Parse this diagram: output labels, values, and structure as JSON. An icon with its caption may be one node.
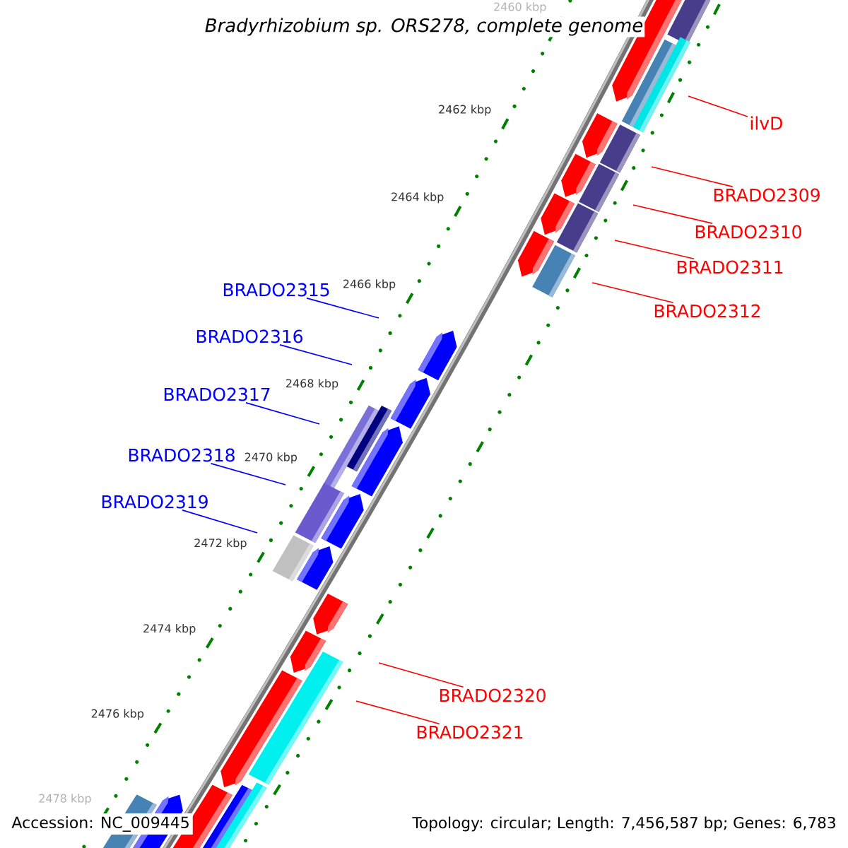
{
  "diagram": {
    "title": "Bradyrhizobium sp. ORS278, complete genome",
    "nodes": [
      {
        "text": [
          "ilvD"
        ]
      },
      {
        "text": [
          "BRADO2309"
        ]
      },
      {
        "text": [
          "BRADO2310"
        ]
      },
      {
        "text": [
          "BRADO2311"
        ]
      },
      {
        "text": [
          "BRADO2312"
        ]
      },
      {
        "text": [
          "BRADO2315"
        ]
      },
      {
        "text": [
          "BRADO2316"
        ]
      },
      {
        "text": [
          "BRADO2317"
        ]
      },
      {
        "text": [
          "BRADO2318"
        ]
      },
      {
        "text": [
          "BRADO2319"
        ]
      },
      {
        "text": [
          "BRADO2320"
        ]
      },
      {
        "text": [
          "BRADO2321"
        ]
      }
    ],
    "edges": [
      {
        "from": 0,
        "to": null,
        "arrow": "none"
      },
      {
        "from": 1,
        "to": null,
        "arrow": "none"
      },
      {
        "from": 2,
        "to": null,
        "arrow": "none"
      },
      {
        "from": 3,
        "to": null,
        "arrow": "none"
      },
      {
        "from": 4,
        "to": null,
        "arrow": "none"
      },
      {
        "from": 5,
        "to": null,
        "arrow": "none",
        "color": "#0000ff"
      },
      {
        "from": 6,
        "to": null,
        "arrow": "none",
        "color": "#0000ff"
      },
      {
        "from": 7,
        "to": null,
        "arrow": "none",
        "color": "#0000ff"
      },
      {
        "from": 8,
        "to": null,
        "arrow": "none",
        "color": "#0000ff"
      },
      {
        "from": 9,
        "to": null,
        "arrow": "none",
        "color": "#0000ff"
      },
      {
        "from": 10,
        "to": null,
        "arrow": "none"
      },
      {
        "from": 11,
        "to": null,
        "arrow": "none"
      }
    ],
    "labels": [
      "2460 kbp",
      "2462 kbp",
      "2464 kbp",
      "2466 kbp",
      "2468 kbp",
      "2470 kbp",
      "2472 kbp",
      "2474 kbp",
      "2476 kbp",
      "2478 kbp",
      "Accession: NC_009445",
      "Topology: circular; Length: 7,456,587 bp; Genes: 6,783"
    ]
  }
}
